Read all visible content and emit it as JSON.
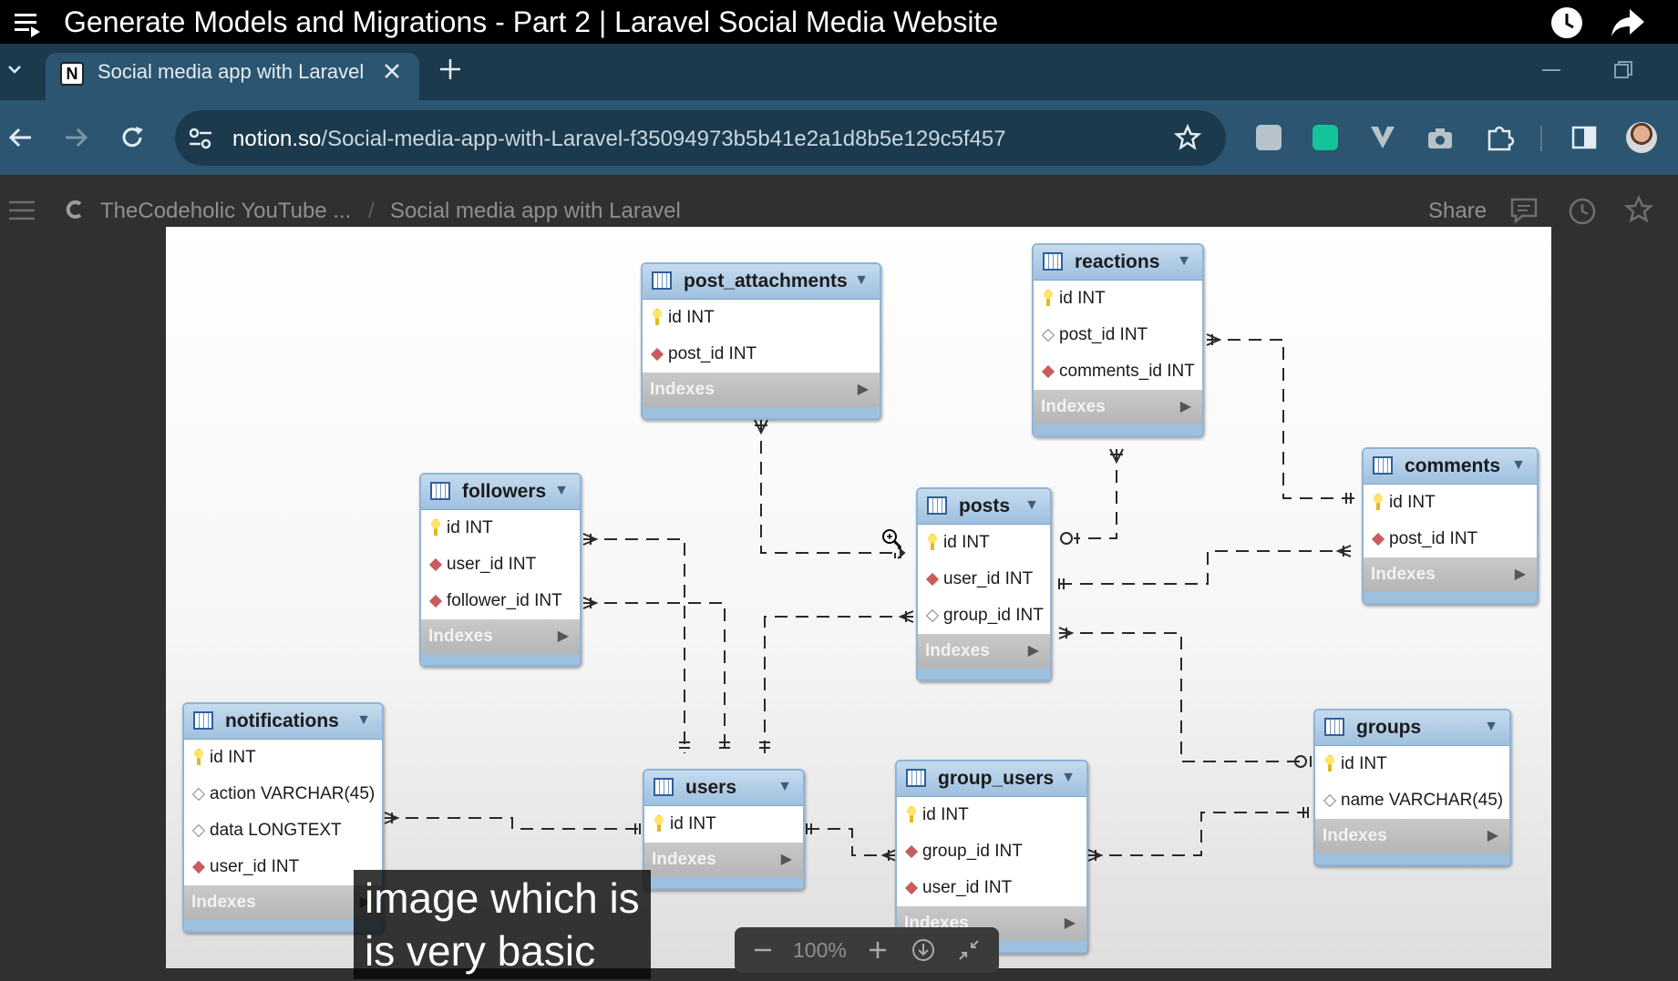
{
  "youtube": {
    "title": "Generate Models and Migrations - Part 2 | Laravel Social Media Website"
  },
  "browser": {
    "tab_title": "Social media app with Laravel",
    "url_domain": "notion.so",
    "url_path": "/Social-media-app-with-Laravel-f35094973b5b41e2a1d8b5e129c5f457"
  },
  "notion": {
    "breadcrumb_workspace": "TheCodeholic YouTube ...",
    "breadcrumb_sep": "/",
    "breadcrumb_page": "Social media app with Laravel",
    "share_label": "Share"
  },
  "diagram": {
    "indexes_label": "Indexes",
    "tables": {
      "post_attachments": {
        "name": "post_attachments",
        "cols": [
          "id INT",
          "post_id INT"
        ]
      },
      "reactions": {
        "name": "reactions",
        "cols": [
          "id INT",
          "post_id INT",
          "comments_id INT"
        ]
      },
      "followers": {
        "name": "followers",
        "cols": [
          "id INT",
          "user_id INT",
          "follower_id INT"
        ]
      },
      "posts": {
        "name": "posts",
        "cols": [
          "id INT",
          "user_id INT",
          "group_id INT"
        ]
      },
      "comments": {
        "name": "comments",
        "cols": [
          "id INT",
          "post_id INT"
        ]
      },
      "notifications": {
        "name": "notifications",
        "cols": [
          "id INT",
          "action VARCHAR(45)",
          "data LONGTEXT",
          "user_id INT"
        ]
      },
      "users": {
        "name": "users",
        "cols": [
          "id INT"
        ]
      },
      "group_users": {
        "name": "group_users",
        "cols": [
          "id INT",
          "group_id INT",
          "user_id INT"
        ]
      },
      "groups": {
        "name": "groups",
        "cols": [
          "id INT",
          "name VARCHAR(45)"
        ]
      }
    }
  },
  "caption": {
    "line1": "image which is",
    "line2": "is very basic"
  },
  "zoom": {
    "level": "100%"
  },
  "colors": {
    "youtube_bar": "#000000",
    "tabstrip": "#1c3a4d",
    "toolbar": "#2b5570",
    "notion_bg": "#2f3032",
    "table_header": "#9ec0df"
  }
}
